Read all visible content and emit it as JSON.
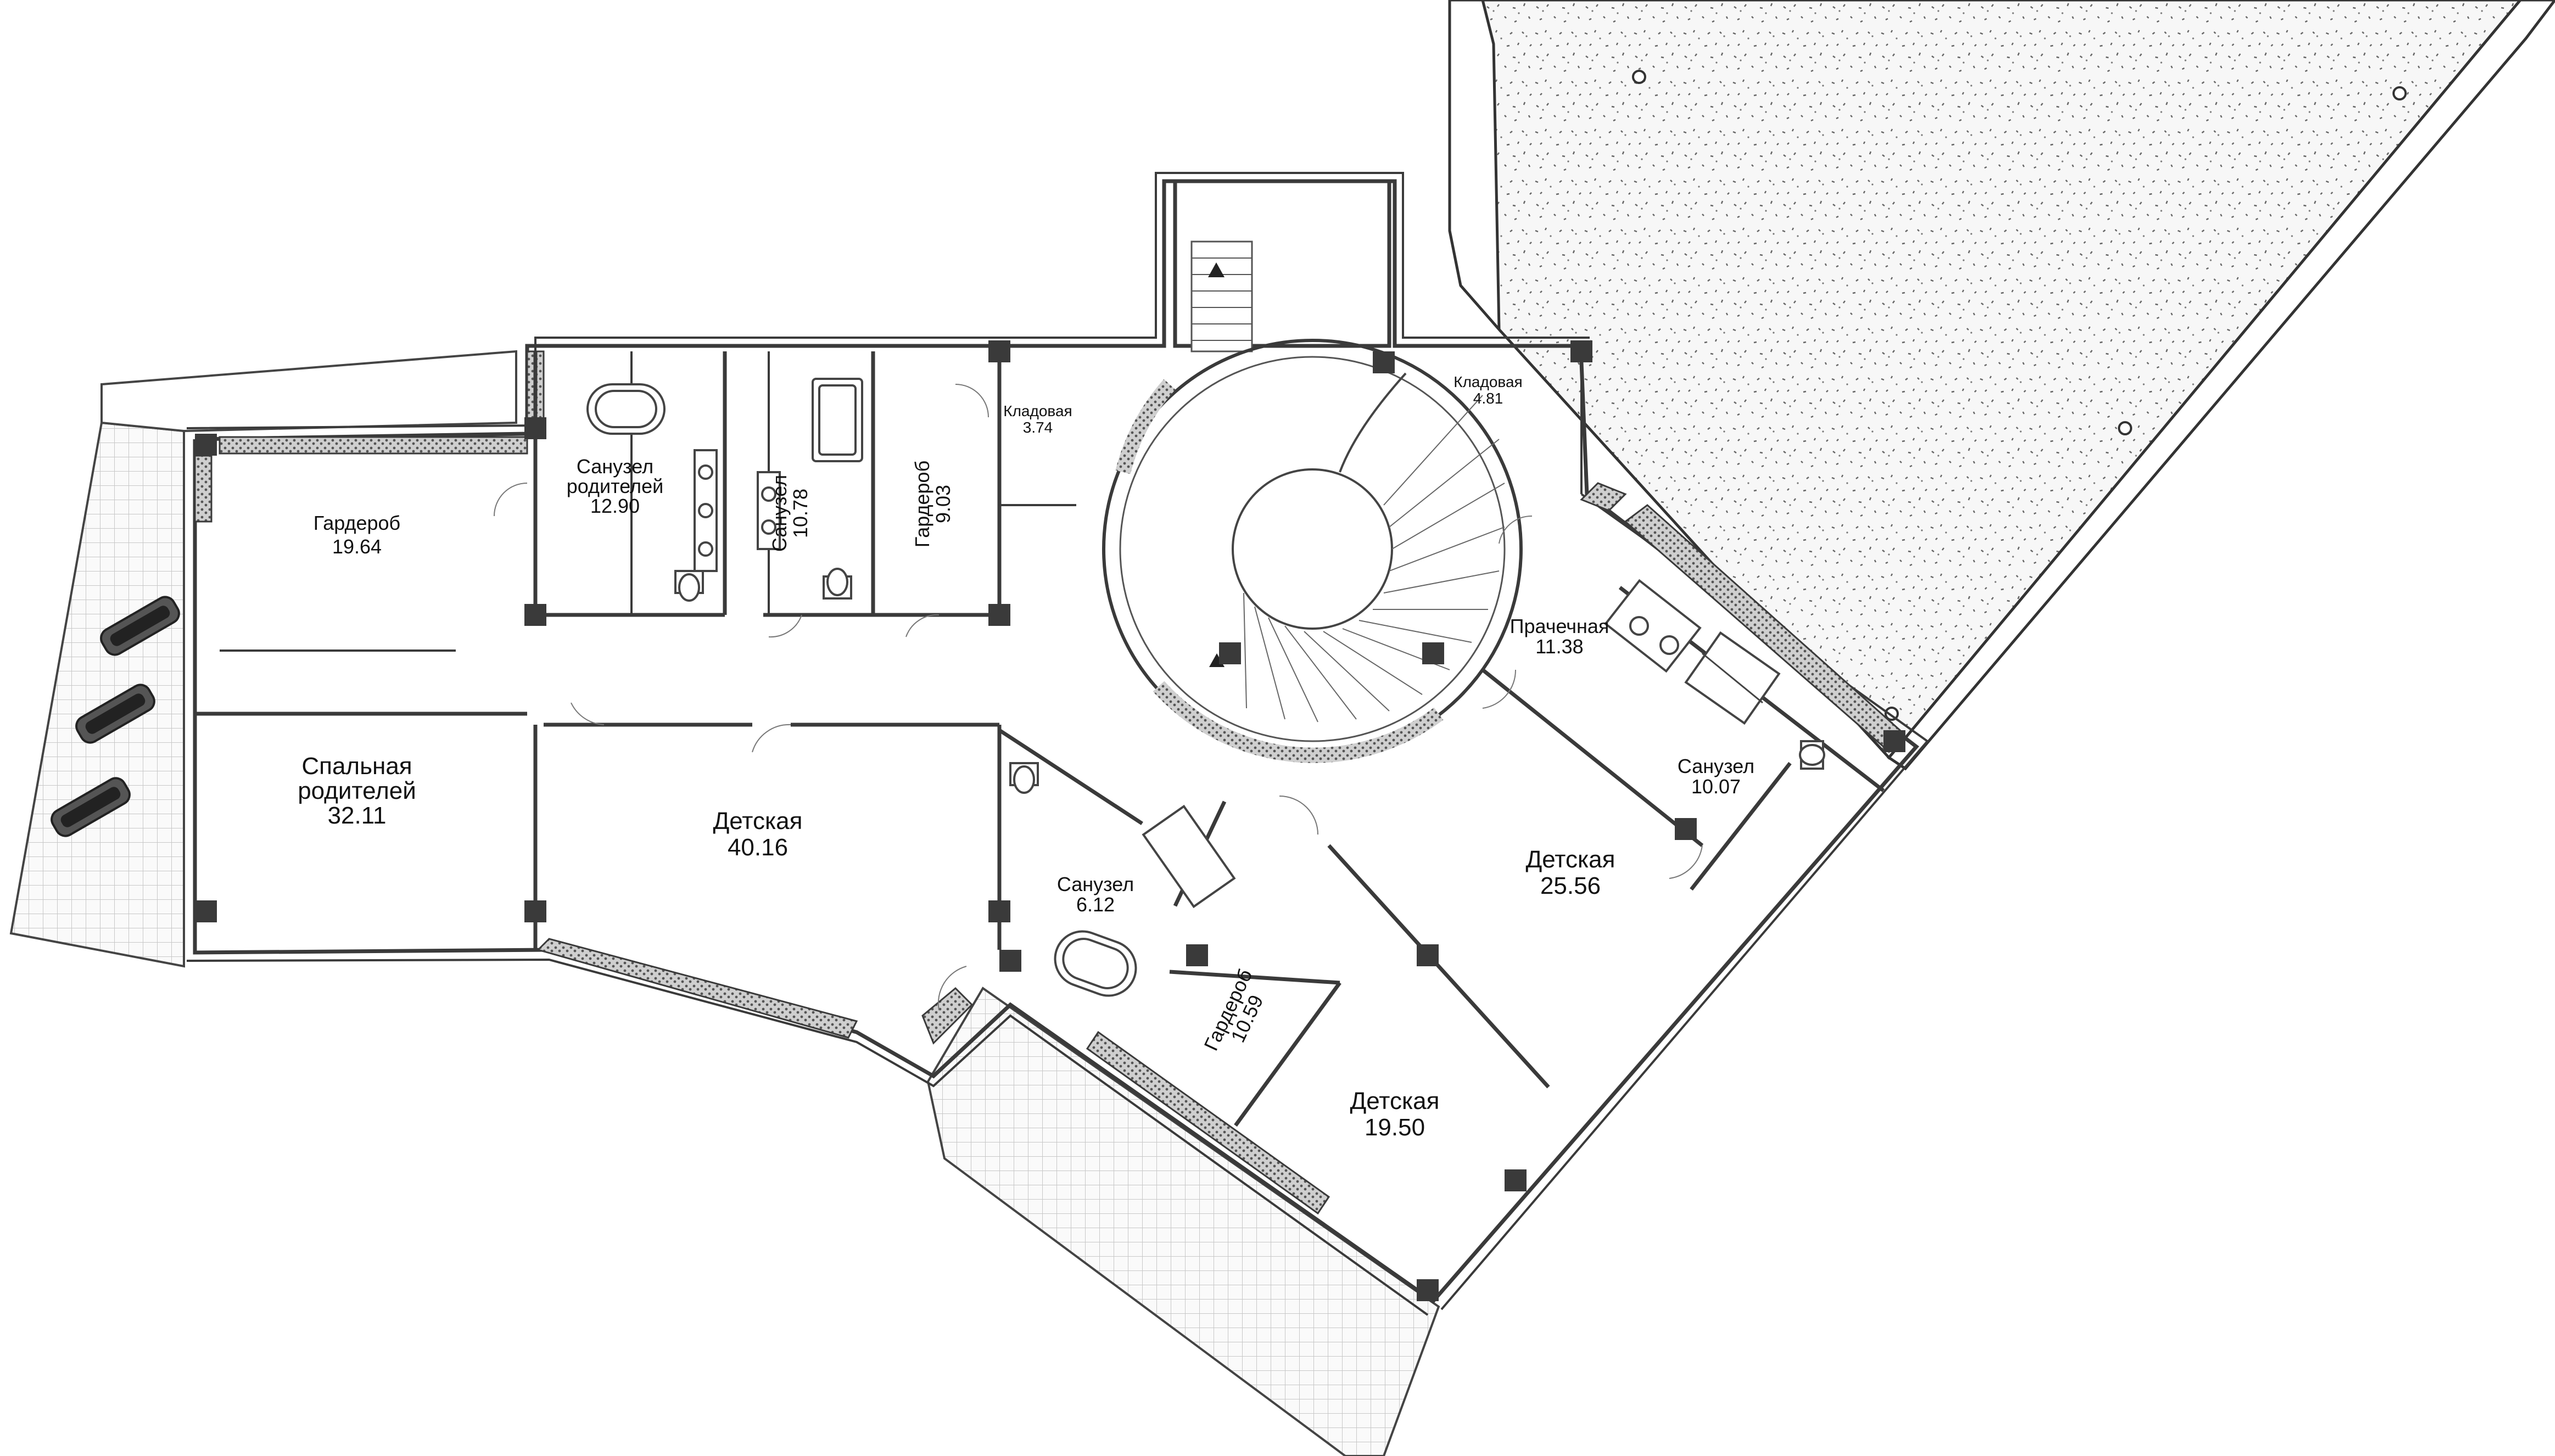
{
  "rooms": [
    {
      "id": "wardrobe-1",
      "name": "Гардероб",
      "area": "19.64"
    },
    {
      "id": "parents-bath",
      "name_line1": "Санузел",
      "name_line2": "родителей",
      "area": "12.90"
    },
    {
      "id": "bath-2",
      "name": "Санузел",
      "area": "10.78"
    },
    {
      "id": "wardrobe-2",
      "name": "Гардероб",
      "area": "9.03"
    },
    {
      "id": "storage-1",
      "name": "Кладовая",
      "area": "3.74"
    },
    {
      "id": "storage-2",
      "name": "Кладовая",
      "area": "4.81"
    },
    {
      "id": "parents-bedroom",
      "name_line1": "Спальная",
      "name_line2": "родителей",
      "area": "32.11"
    },
    {
      "id": "kids-1",
      "name": "Детская",
      "area": "40.16"
    },
    {
      "id": "laundry",
      "name": "Прачечная",
      "area": "11.38"
    },
    {
      "id": "bath-3",
      "name": "Санузел",
      "area": "10.07"
    },
    {
      "id": "kids-2",
      "name": "Детская",
      "area": "25.56"
    },
    {
      "id": "bath-4",
      "name": "Санузел",
      "area": "6.12"
    },
    {
      "id": "wardrobe-3",
      "name": "Гардероб",
      "area": "10.59"
    },
    {
      "id": "kids-3",
      "name": "Детская",
      "area": "19.50"
    }
  ],
  "icons": [
    "bathtub-icon",
    "toilet-icon",
    "sink-icon",
    "shower-icon",
    "sun-lounger-icon",
    "stair-arrow-icon"
  ]
}
